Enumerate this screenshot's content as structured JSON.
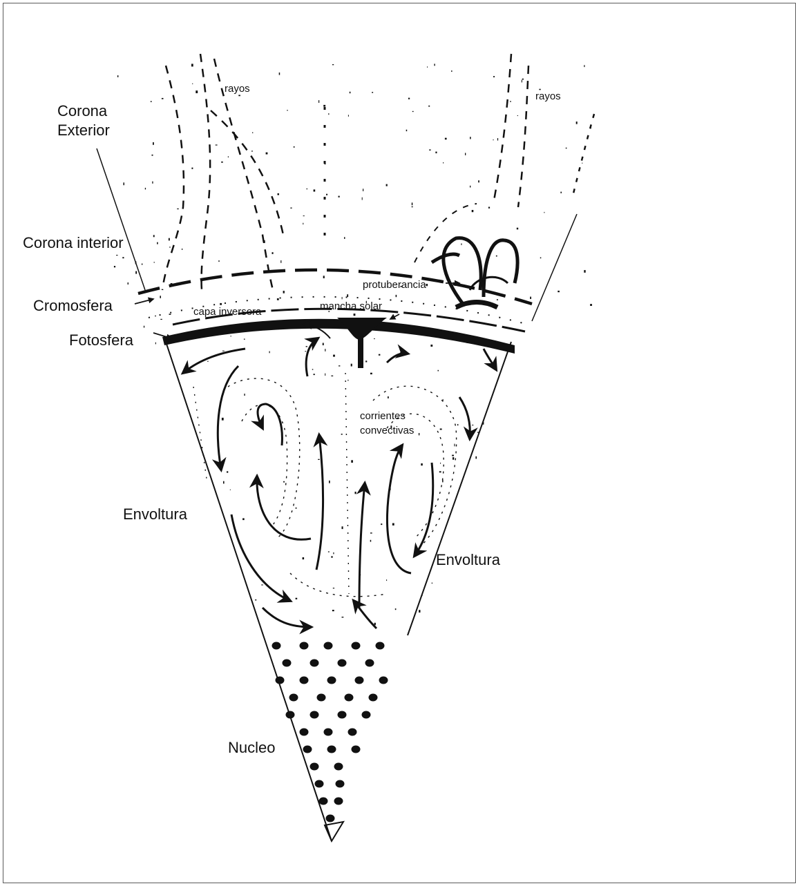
{
  "diagram": {
    "labels": {
      "corona_exterior_line1": "Corona",
      "corona_exterior_line2": "Exterior",
      "rayos_left": "rayos",
      "rayos_right": "rayos",
      "corona_interior": "Corona interior",
      "cromosfera": "Cromosfera",
      "fotosfera": "Fotosfera",
      "capa_inversora": "capa inversora",
      "mancha_solar": "mancha solar",
      "protuberancia": "protuberancia",
      "corrientes_line1": "corrientes",
      "corrientes_line2": "convectivas",
      "envoltura_left": "Envoltura",
      "envoltura_right": "Envoltura",
      "nucleo": "Nucleo"
    },
    "colors": {
      "ink": "#111111",
      "paper": "#ffffff",
      "frame": "#5a5a5a"
    }
  }
}
